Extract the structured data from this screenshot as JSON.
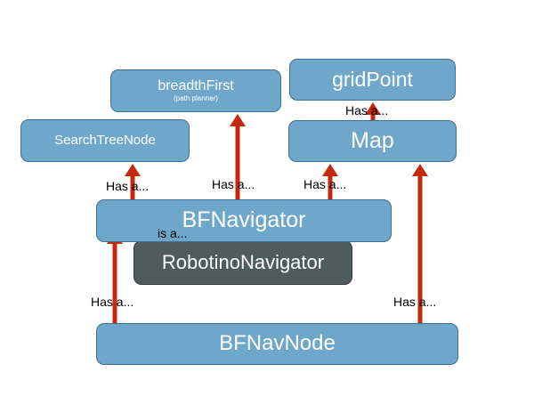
{
  "nodes": {
    "breadth_first": {
      "title": "breadthFirst",
      "subtitle": "(path planner)"
    },
    "grid_point": {
      "title": "gridPoint"
    },
    "search_tree_node": {
      "title": "SearchTreeNode"
    },
    "map": {
      "title": "Map"
    },
    "bf_navigator": {
      "title": "BFNavigator"
    },
    "robotino_navigator": {
      "title": "RobotinoNavigator"
    },
    "bf_nav_node": {
      "title": "BFNavNode"
    }
  },
  "relations": {
    "has_a": "Has a...",
    "is_a": "is a..."
  },
  "colors": {
    "node_fill": "#6fa7cb",
    "node_dark_fill": "#4f5c5c",
    "has_a_arrow": "#c5280c",
    "is_a_arrow": "#5bd24e"
  }
}
